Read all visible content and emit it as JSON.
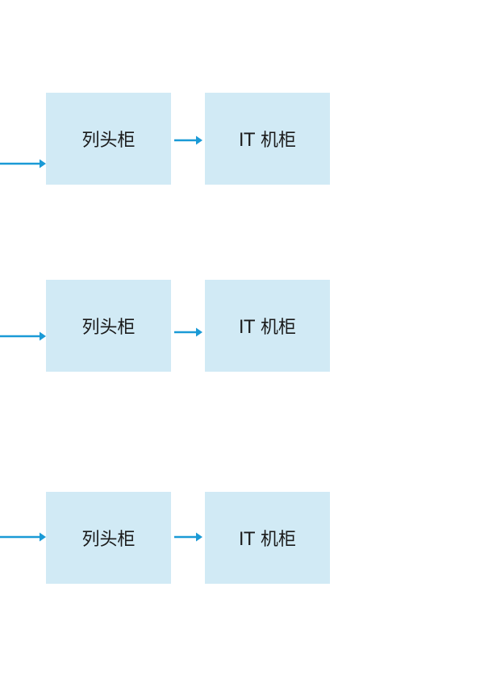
{
  "colors": {
    "box_fill": "#d1eaf5",
    "arrow": "#1a9ad6",
    "text": "#1a1a1a",
    "background": "#ffffff"
  },
  "rows": [
    {
      "left_box": "列头柜",
      "right_box": "IT 机柜"
    },
    {
      "left_box": "列头柜",
      "right_box": "IT 机柜"
    },
    {
      "left_box": "列头柜",
      "right_box": "IT 机柜"
    }
  ]
}
